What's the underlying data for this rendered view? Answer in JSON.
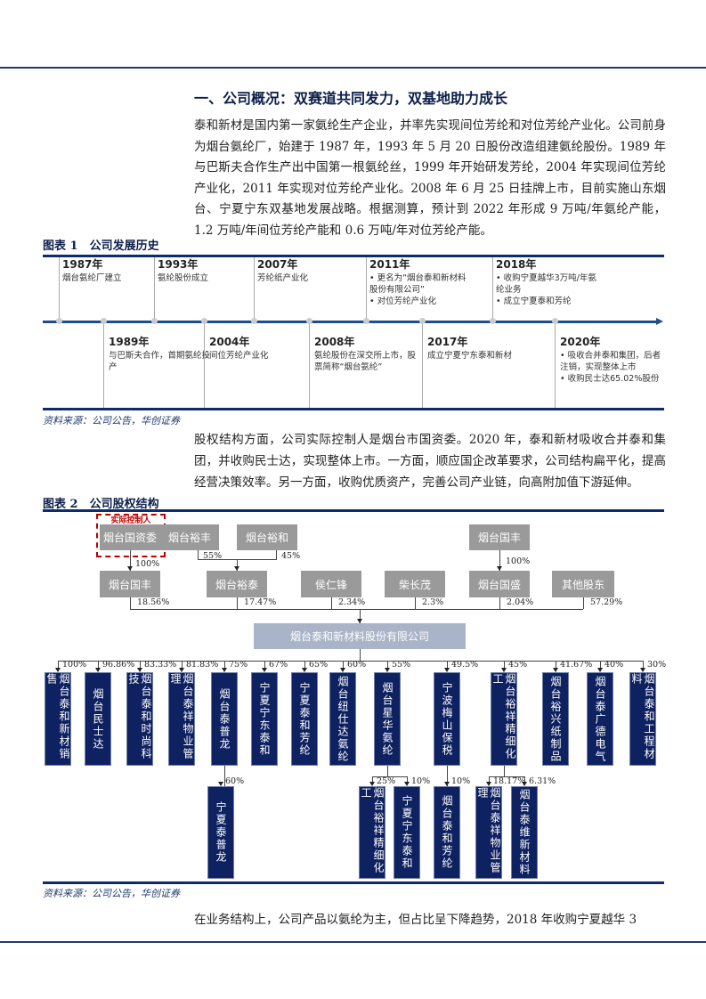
{
  "section_title": "一、公司概况：双赛道共同发力，双基地助力成长",
  "paragraph1": "泰和新材是国内第一家氨纶生产企业，并率先实现间位芳纶和对位芳纶产业化。公司前身为烟台氨纶厂，始建于 1987 年，1993 年 5 月 20 日股份改造组建氨纶股份。1989 年与巴斯夫合作生产出中国第一根氨纶丝，1999 年开始研发芳纶，2004 年实现间位芳纶产业化，2011 年实现对位芳纶产业化。2008 年 6 月 25 日挂牌上市，目前实施山东烟台、宁夏宁东双基地发展战略。根据测算，预计到 2022 年形成 9 万吨/年氨纶产能，1.2 万吨/年间位芳纶产能和 0.6 万吨/年对位芳纶产能。",
  "figure1": {
    "caption": "图表 1　公司发展历史",
    "source": "资料来源：公司公告，华创证券",
    "upper": [
      {
        "year": "1987年",
        "text": "烟台氨纶厂建立"
      },
      {
        "year": "1993年",
        "text": "氨纶股份成立"
      },
      {
        "year": "2007年",
        "text": "芳纶纸产业化"
      },
      {
        "year": "2011年",
        "text": "• 更名为“烟台泰和新材料股份有限公司”\n• 对位芳纶产业化"
      },
      {
        "year": "2018年",
        "text": "• 收购宁夏越华3万吨/年氨纶业务\n• 成立宁夏泰和芳纶"
      }
    ],
    "lower": [
      {
        "year": "1989年",
        "text": "与巴斯夫合作，首期氨纶投产"
      },
      {
        "year": "2004年",
        "text": "间位芳纶产业化"
      },
      {
        "year": "2008年",
        "text": "氨纶股份在深交所上市，股票简称“烟台氨纶”"
      },
      {
        "year": "2017年",
        "text": "成立宁夏宁东泰和新材"
      },
      {
        "year": "2020年",
        "text": "• 吸收合并泰和集团，后者注销，实现整体上市\n• 收购民士达65.02%股份"
      }
    ]
  },
  "paragraph2": "股权结构方面，公司实际控制人是烟台市国资委。2020 年，泰和新材吸收合并泰和集团，并收购民士达，实现整体上市。一方面，顺应国企改革要求，公司结构扁平化，提高经营决策效率。另一方面，收购优质资产，完善公司产业链，向高附加值下游延伸。",
  "figure2": {
    "caption": "图表 2　公司股权结构",
    "source": "资料来源：公司公告，华创证券",
    "controller_label": "实际控制人",
    "top": [
      "烟台国资委",
      "烟台裕丰",
      "烟台裕和",
      "烟台国丰"
    ],
    "top_pcts": [
      "100%",
      "55%",
      "45%",
      "100%"
    ],
    "holders": [
      {
        "name": "烟台国丰",
        "pct": "18.56%"
      },
      {
        "name": "烟台裕泰",
        "pct": "17.47%"
      },
      {
        "name": "侯仁锋",
        "pct": "2.34%"
      },
      {
        "name": "柴长茂",
        "pct": "2.3%"
      },
      {
        "name": "烟台国盛",
        "pct": "2.04%"
      },
      {
        "name": "其他股东",
        "pct": "57.29%"
      }
    ],
    "company": "烟台泰和新材料股份有限公司",
    "subs": [
      {
        "name": "烟台泰和新材销售",
        "pct": "100%"
      },
      {
        "name": "烟台民士达",
        "pct": "96.86%"
      },
      {
        "name": "烟台泰和时尚科技",
        "pct": "83.33%"
      },
      {
        "name": "烟台泰祥物业管理",
        "pct": "81.83%"
      },
      {
        "name": "烟台泰普龙",
        "pct": "75%"
      },
      {
        "name": "宁夏宁东泰和",
        "pct": "67%"
      },
      {
        "name": "宁夏泰和芳纶",
        "pct": "65%"
      },
      {
        "name": "烟台纽仕达氨纶",
        "pct": "60%"
      },
      {
        "name": "烟台星华氨纶",
        "pct": "55%"
      },
      {
        "name": "宁波梅山保税",
        "pct": "49.5%"
      },
      {
        "name": "烟台裕祥精细化工",
        "pct": "45%"
      },
      {
        "name": "烟台裕兴纸制品",
        "pct": "41.67%"
      },
      {
        "name": "烟台泰广德电气",
        "pct": "40%"
      },
      {
        "name": "烟台泰和工程材料",
        "pct": "30%"
      }
    ],
    "subs2": [
      {
        "name": "宁夏泰普龙",
        "pct": "60%"
      },
      {
        "name": "烟台裕祥精细化工",
        "pct": "25%"
      },
      {
        "name": "宁夏宁东泰和",
        "pct": "10%"
      },
      {
        "name": "烟台泰和芳纶",
        "pct": "10%"
      },
      {
        "name": "烟台泰祥物业管理",
        "pct": "18.17%"
      },
      {
        "name": "烟台泰维新材料",
        "pct": "6.31%"
      }
    ]
  },
  "paragraph3": "在业务结构上，公司产品以氨纶为主，但占比呈下降趋势，2018 年收购宁夏越华 3",
  "colors": {
    "navy": "#0e2160",
    "gray_box": "#9a9a9a",
    "company_box": "#aab4c8",
    "controller": "#c00000"
  }
}
